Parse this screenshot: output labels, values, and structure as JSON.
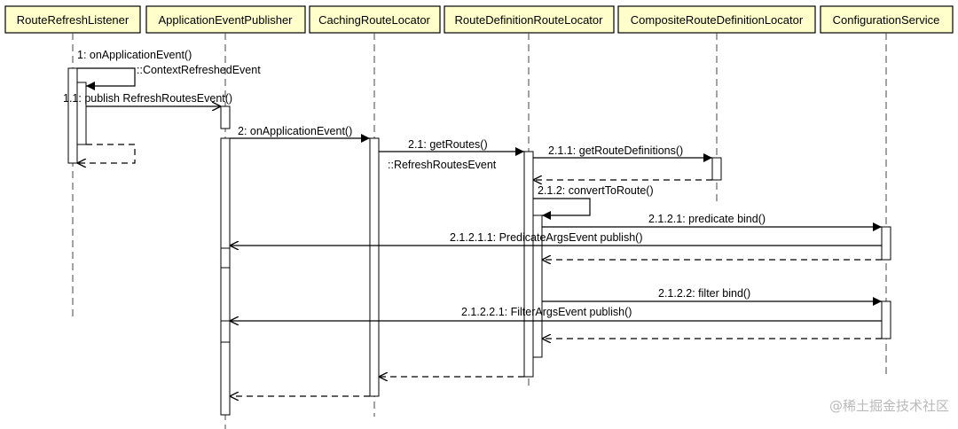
{
  "participants": [
    {
      "id": "rrl",
      "label": "RouteRefreshListener"
    },
    {
      "id": "aep",
      "label": "ApplicationEventPublisher"
    },
    {
      "id": "crl",
      "label": "CachingRouteLocator"
    },
    {
      "id": "rdrl",
      "label": "RouteDefinitionRouteLocator"
    },
    {
      "id": "crdl",
      "label": "CompositeRouteDefinitionLocator"
    },
    {
      "id": "cs",
      "label": "ConfigurationService"
    }
  ],
  "messages": [
    {
      "label": "1: onApplicationEvent()"
    },
    {
      "label": "1.1: publish RefreshRoutesEvent()"
    },
    {
      "label": "2: onApplicationEvent()"
    },
    {
      "label": "2.1: getRoutes()"
    },
    {
      "label": "2.1.1: getRouteDefinitions()"
    },
    {
      "label": "2.1.2: convertToRoute()"
    },
    {
      "label": "2.1.2.1: predicate bind()"
    },
    {
      "label": "2.1.2.1.1: PredicateArgsEvent publish()"
    },
    {
      "label": "2.1.2.2: filter bind()"
    },
    {
      "label": "2.1.2.2.1: FilterArgsEvent publish()"
    }
  ],
  "notes": [
    {
      "label": "::ContextRefreshedEvent"
    },
    {
      "label": "::RefreshRoutesEvent"
    }
  ],
  "watermark": "@稀土掘金技术社区"
}
